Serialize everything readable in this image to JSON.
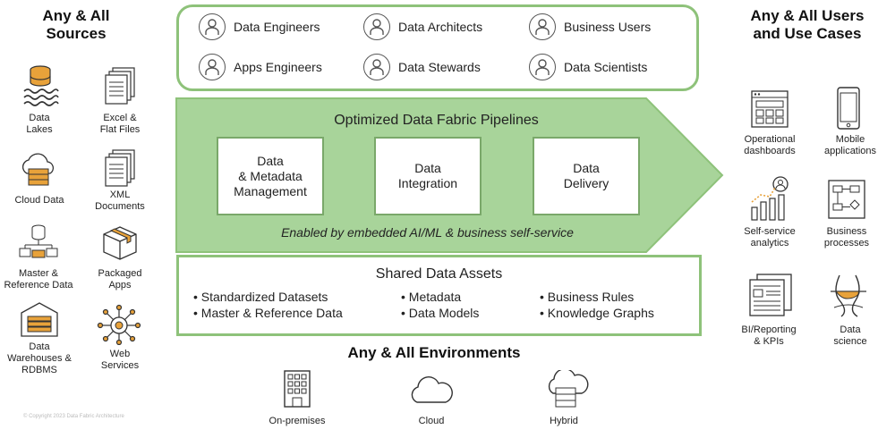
{
  "sources": {
    "title": "Any & All\nSources",
    "items": [
      {
        "label": "Data\nLakes",
        "icon": "data-lake-icon"
      },
      {
        "label": "Excel &\nFlat Files",
        "icon": "flat-files-icon"
      },
      {
        "label": "Cloud Data",
        "icon": "cloud-data-icon"
      },
      {
        "label": "XML\nDocuments",
        "icon": "xml-documents-icon"
      },
      {
        "label": "Master &\nReference Data",
        "icon": "master-data-icon"
      },
      {
        "label": "Packaged\nApps",
        "icon": "packaged-apps-icon"
      },
      {
        "label": "Data\nWarehouses &\nRDBMS",
        "icon": "data-warehouse-icon"
      },
      {
        "label": "Web\nServices",
        "icon": "web-services-icon"
      }
    ]
  },
  "roles": [
    "Data Engineers",
    "Data Architects",
    "Business Users",
    "Apps Engineers",
    "Data Stewards",
    "Data Scientists"
  ],
  "fabric": {
    "title": "Optimized Data Fabric Pipelines",
    "stages": [
      "Data\n& Metadata\nManagement",
      "Data\nIntegration",
      "Data\nDelivery"
    ],
    "footer": "Enabled by embedded AI/ML & business self-service",
    "color": "#a8d49a"
  },
  "shared": {
    "title": "Shared Data Assets",
    "bullets": [
      "• Standardized Datasets",
      "• Master & Reference Data",
      "• Metadata",
      "• Data Models",
      "• Business Rules",
      "• Knowledge Graphs"
    ]
  },
  "environments": {
    "title": "Any & All Environments",
    "items": [
      {
        "label": "On-premises",
        "icon": "building-icon"
      },
      {
        "label": "Cloud",
        "icon": "cloud-icon"
      },
      {
        "label": "Hybrid",
        "icon": "hybrid-cloud-icon"
      }
    ]
  },
  "users": {
    "title": "Any & All Users\nand Use Cases",
    "items": [
      {
        "label": "Operational\ndashboards",
        "icon": "dashboard-icon"
      },
      {
        "label": "Mobile\napplications",
        "icon": "mobile-icon"
      },
      {
        "label": "Self-service\nanalytics",
        "icon": "analytics-icon"
      },
      {
        "label": "Business\nprocesses",
        "icon": "process-icon"
      },
      {
        "label": "BI/Reporting\n& KPIs",
        "icon": "reporting-icon"
      },
      {
        "label": "Data\nscience",
        "icon": "data-science-icon"
      }
    ]
  },
  "copyright": "© Copyright 2023 Data Fabric Architecture"
}
